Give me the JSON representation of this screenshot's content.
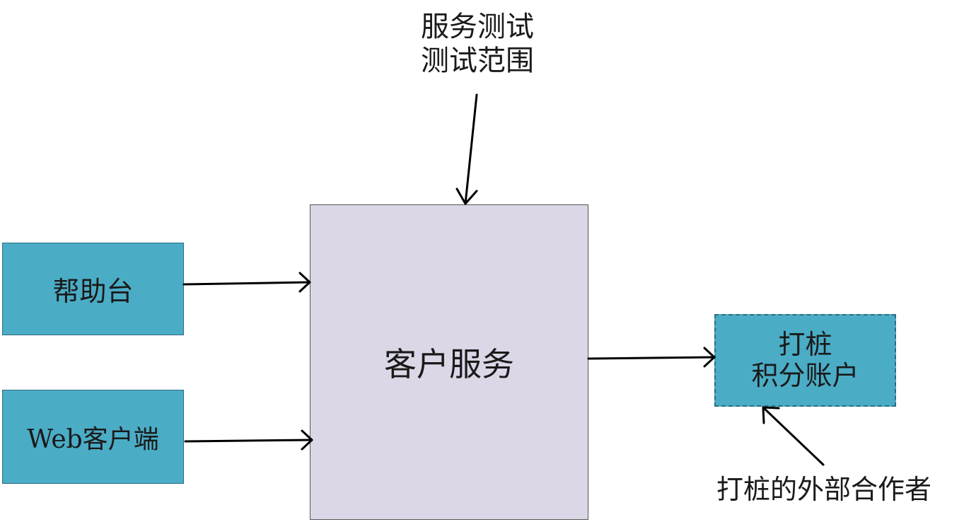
{
  "top_note": {
    "line1": "服务测试",
    "line2": "测试范围"
  },
  "help_desk": {
    "label": "帮助台"
  },
  "web_client": {
    "label": "Web客户端"
  },
  "customer_service": {
    "label": "客户服务"
  },
  "stub_box": {
    "line1": "打桩",
    "line2": "积分账户"
  },
  "bottom_note": {
    "label": "打桩的外部合作者"
  },
  "colors": {
    "teal_box": "#4bacc6",
    "lavender_box": "#dcd7e6",
    "arrow": "#000000"
  }
}
